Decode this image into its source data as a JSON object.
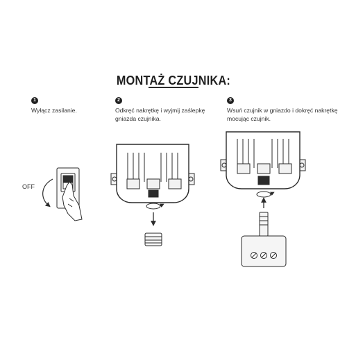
{
  "title": "MONTAŻ CZUJNIKA:",
  "steps": [
    {
      "number": "1",
      "lines": [
        "Wyłącz zasilanie."
      ]
    },
    {
      "number": "2",
      "lines": [
        "Odkręć nakrętkę i wyjmij zaślepkę",
        "gniazda czujnika."
      ]
    },
    {
      "number": "3",
      "lines": [
        "Wsuń czujnik w gniazdo i dokręć nakrętkę",
        "mocując czujnik."
      ]
    }
  ],
  "off_label": "OFF",
  "colors": {
    "line": "#2b2b2b",
    "fill": "#f2f2f2",
    "text": "#333333"
  }
}
